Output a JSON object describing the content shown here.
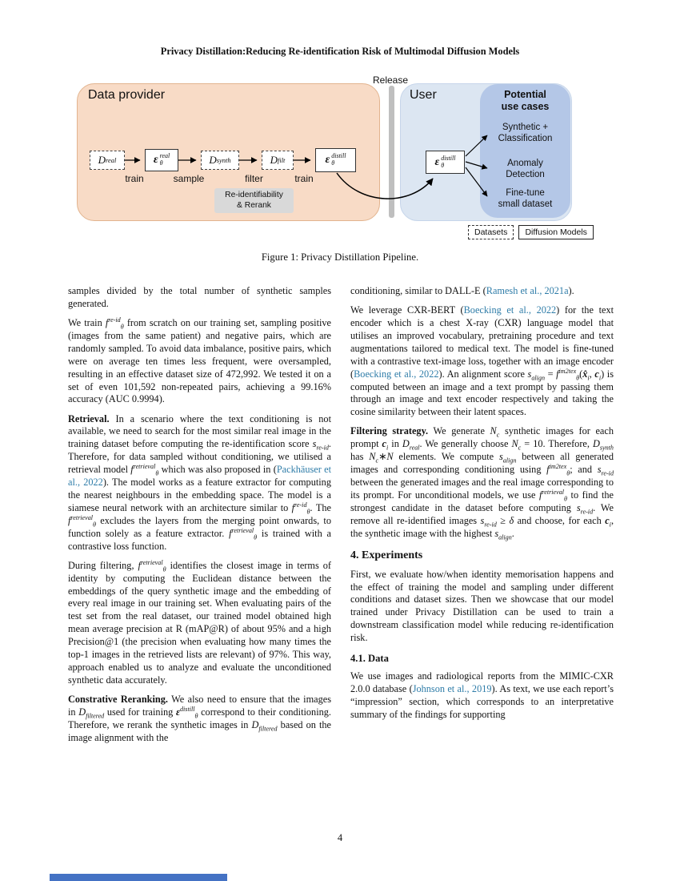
{
  "page": {
    "running_title": "Privacy Distillation:Reducing Re-identification Risk of Multimodal Diffusion Models",
    "figure_caption": "Figure 1: Privacy Distillation Pipeline.",
    "page_number": "4"
  },
  "colors": {
    "provider_bg": "#f8dbc6",
    "user_bg": "#dce6f2",
    "usecase_bg": "#b4c7e7",
    "filter_bg": "#d9d9d9",
    "divider": "#bfbfbf",
    "citation_link": "#2e7ca8",
    "bottom_bar": "#4472c4"
  },
  "figure": {
    "release": "Release",
    "provider": {
      "title": "Data provider",
      "train1": "train",
      "sample": "sample",
      "filter": "filter",
      "filter_box": "Re-identifiability\n& Rerank",
      "train2": "train"
    },
    "user": {
      "title": "User"
    },
    "use_cases": {
      "title": "Potential\nuse cases",
      "items": [
        "Synthetic +\nClassification",
        "Anomaly\nDetection",
        "Fine-tune\nsmall dataset"
      ]
    },
    "nodes": {
      "d_real": {
        "base": "D",
        "sub": "real"
      },
      "eps_real": {
        "base": "ε",
        "sub": "θ",
        "sup": "real"
      },
      "d_synth": {
        "base": "D",
        "sub": "synth"
      },
      "d_filt": {
        "base": "D",
        "sub": "filt"
      },
      "eps_distill": {
        "base": "ε",
        "sub": "θ",
        "sup": "distill"
      },
      "eps_distill_user": {
        "base": "ε",
        "sub": "θ",
        "sup": "distill"
      }
    },
    "legend": {
      "datasets": "Datasets",
      "models": "Diffusion Models"
    }
  },
  "content": {
    "left": [
      {
        "kind": "p",
        "runs": [
          [
            "samples divided by the total number of synthetic samples generated."
          ]
        ]
      },
      {
        "kind": "p",
        "runs": [
          [
            "We train "
          ],
          [
            "f",
            "m"
          ],
          [
            "re-id",
            "msup"
          ],
          [
            "θ",
            "msub"
          ],
          [
            " from scratch on our training set, sampling positive (images from the same patient) and negative pairs, which are randomly sampled. To avoid data imbalance, positive pairs, which were on average ten times less frequent, were oversampled, resulting in an effective dataset size of 472,992. We tested it on a set of even 101,592 non-repeated pairs, achieving a 99.16% accuracy (AUC 0.9994)."
          ]
        ]
      },
      {
        "kind": "p",
        "runs": [
          [
            "Retrieval.",
            "b"
          ],
          [
            " In a scenario where the text conditioning is not available, we need to search for the most similar real image in the training dataset before computing the re-identification score "
          ],
          [
            "s",
            "m"
          ],
          [
            "re-id",
            "msub"
          ],
          [
            ". Therefore, for data sampled without conditioning, we utilised a retrieval model "
          ],
          [
            "f",
            "m"
          ],
          [
            "retrieval",
            "msup"
          ],
          [
            "θ",
            "msub"
          ],
          [
            " which was also proposed in ("
          ],
          [
            "Packhäuser et al., 2022",
            "l"
          ],
          [
            "). The model works as a feature extractor for computing the nearest neighbours in the embedding space. The model is a siamese neural network with an architecture similar to "
          ],
          [
            "f",
            "m"
          ],
          [
            "re-id",
            "msup"
          ],
          [
            "θ",
            "msub"
          ],
          [
            ". The "
          ],
          [
            "f",
            "m"
          ],
          [
            "retrieval",
            "msup"
          ],
          [
            "θ",
            "msub"
          ],
          [
            " excludes the layers from the merging point onwards, to function solely as a feature extractor. "
          ],
          [
            "f",
            "m"
          ],
          [
            "retrieval",
            "msup"
          ],
          [
            "θ",
            "msub"
          ],
          [
            " is trained with a contrastive loss function."
          ]
        ]
      },
      {
        "kind": "p",
        "runs": [
          [
            "During filtering, "
          ],
          [
            "f",
            "m"
          ],
          [
            "retrieval",
            "msup"
          ],
          [
            "θ",
            "msub"
          ],
          [
            " identifies the closest image in terms of identity by computing the Euclidean distance between the embeddings of the query synthetic image and the embedding of every real image in our training set. When evaluating pairs of the test set from the real dataset, our trained model obtained high mean average precision at R (mAP@R) of about 95% and a high Precision@1 (the precision when evaluating how many times the top-1 images in the retrieved lists are relevant) of 97%. This way, approach enabled us to analyze and evaluate the unconditioned synthetic data accurately."
          ]
        ]
      },
      {
        "kind": "p",
        "runs": [
          [
            "Constrative Reranking.",
            "b"
          ],
          [
            " We also need to ensure that the images in "
          ],
          [
            "D",
            "m"
          ],
          [
            "filtered",
            "msub"
          ],
          [
            " used for training "
          ],
          [
            "ε",
            "mb"
          ],
          [
            "distill",
            "msup"
          ],
          [
            "θ",
            "msub"
          ],
          [
            " correspond to their conditioning. Therefore, we rerank the synthetic images in "
          ],
          [
            "D",
            "m"
          ],
          [
            "filtered",
            "msub"
          ],
          [
            " based on the image alignment with the"
          ]
        ]
      }
    ],
    "right": [
      {
        "kind": "p",
        "runs": [
          [
            "conditioning, similar to DALL-E ("
          ],
          [
            "Ramesh et al., 2021a",
            "l"
          ],
          [
            ")."
          ]
        ]
      },
      {
        "kind": "p",
        "runs": [
          [
            "We leverage CXR-BERT ("
          ],
          [
            "Boecking et al., 2022",
            "l"
          ],
          [
            ") for the text encoder which is a chest X-ray (CXR) language model that utilises an improved vocabulary, pretraining procedure and text augmentations tailored to medical text. The model is fine-tuned with a contrastive text-image loss, together with an image encoder ("
          ],
          [
            "Boecking et al., 2022",
            "l"
          ],
          [
            "). An alignment score "
          ],
          [
            "s",
            "m"
          ],
          [
            "align",
            "msub"
          ],
          [
            " = "
          ],
          [
            "f",
            "m"
          ],
          [
            "im2tex",
            "msup"
          ],
          [
            "θ",
            "msub"
          ],
          [
            "("
          ],
          [
            "x̂",
            "mb"
          ],
          [
            "i",
            "msub"
          ],
          [
            ", "
          ],
          [
            "c",
            "mb"
          ],
          [
            "i",
            "msub"
          ],
          [
            ")"
          ],
          [
            " is computed between an image and a text prompt by passing them through an image and text encoder respectively and taking the cosine similarity between their latent spaces."
          ]
        ]
      },
      {
        "kind": "p",
        "runs": [
          [
            "Filtering strategy.",
            "b"
          ],
          [
            " We generate "
          ],
          [
            "N",
            "m"
          ],
          [
            "c",
            "msub"
          ],
          [
            " synthetic images for each prompt "
          ],
          [
            "c",
            "mb"
          ],
          [
            "i",
            "msub"
          ],
          [
            " in "
          ],
          [
            "D",
            "m"
          ],
          [
            "real",
            "msub"
          ],
          [
            ". We generally choose "
          ],
          [
            "N",
            "m"
          ],
          [
            "c",
            "msub"
          ],
          [
            " = 10. Therefore, "
          ],
          [
            "D",
            "m"
          ],
          [
            "synth",
            "msub"
          ],
          [
            " has "
          ],
          [
            "N",
            "m"
          ],
          [
            "c",
            "msub"
          ],
          [
            "∗"
          ],
          [
            "N",
            "m"
          ],
          [
            " elements. We compute "
          ],
          [
            "s",
            "m"
          ],
          [
            "align",
            "msub"
          ],
          [
            " between all generated images and corresponding conditioning using "
          ],
          [
            "f",
            "m"
          ],
          [
            "im2tex",
            "msup"
          ],
          [
            "θ",
            "msub"
          ],
          [
            "; and "
          ],
          [
            "s",
            "m"
          ],
          [
            "re-id",
            "msub"
          ],
          [
            " between the generated images and the real image corresponding to its prompt. For unconditional models, we use "
          ],
          [
            "f",
            "m"
          ],
          [
            "retrieval",
            "msup"
          ],
          [
            "θ",
            "msub"
          ],
          [
            " to find the strongest candidate in the dataset before computing "
          ],
          [
            "s",
            "m"
          ],
          [
            "re-id",
            "msub"
          ],
          [
            ". We remove all re-identified images "
          ],
          [
            "s",
            "m"
          ],
          [
            "re-id",
            "msub"
          ],
          [
            " ≥ "
          ],
          [
            "δ",
            "m"
          ],
          [
            " and choose, for each "
          ],
          [
            "c",
            "mb"
          ],
          [
            "i",
            "msub"
          ],
          [
            ", the synthetic image with the highest "
          ],
          [
            "s",
            "m"
          ],
          [
            "align",
            "msub"
          ],
          [
            "."
          ]
        ]
      },
      {
        "kind": "h1",
        "text": "4. Experiments"
      },
      {
        "kind": "p",
        "runs": [
          [
            "First, we evaluate how/when identity memorisation happens and the effect of training the model and sampling under different conditions and dataset sizes. Then we showcase that our model trained under Privacy Distillation can be used to train a downstream classification model while reducing re-identification risk."
          ]
        ]
      },
      {
        "kind": "h2",
        "text": "4.1. Data"
      },
      {
        "kind": "p",
        "runs": [
          [
            "We use images and radiological reports from the MIMIC-CXR 2.0.0 database ("
          ],
          [
            "Johnson et al., 2019",
            "l"
          ],
          [
            "). As text, we use each report’s “impression” section, which corresponds to an interpretative summary of the findings for supporting"
          ]
        ]
      }
    ]
  }
}
